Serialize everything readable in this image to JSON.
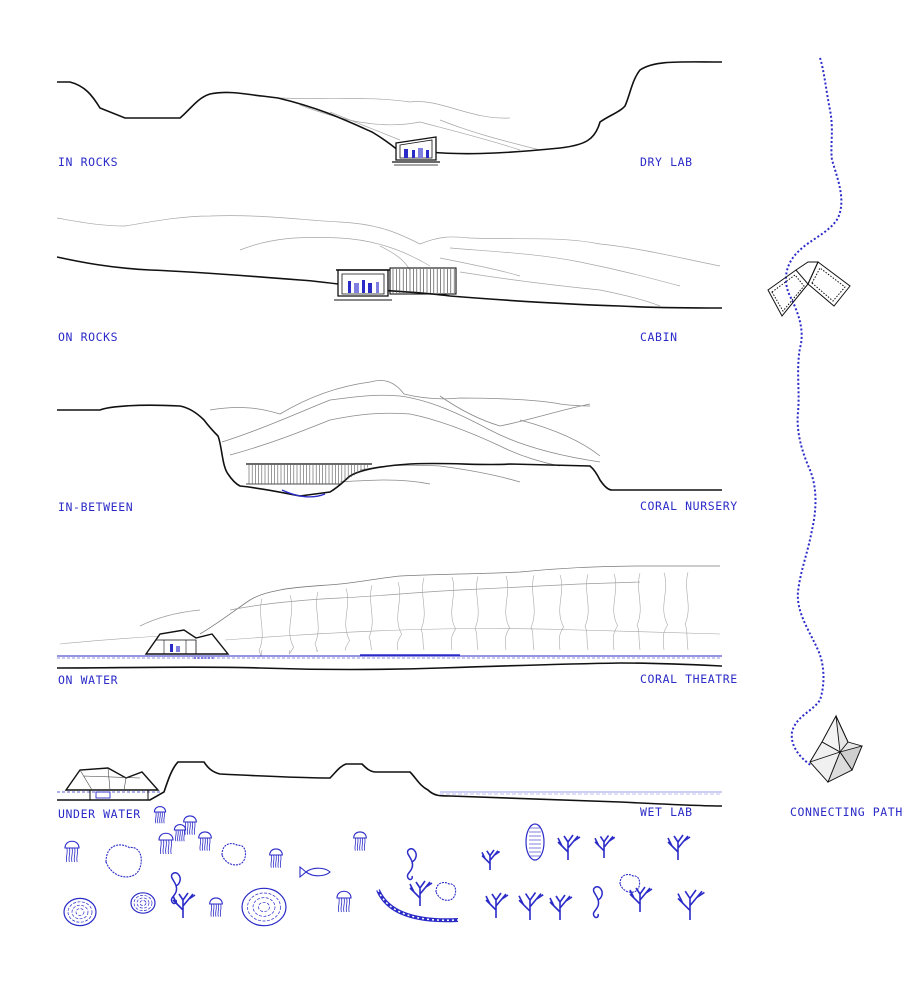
{
  "sections": [
    {
      "left_label": "IN ROCKS",
      "right_label": "DRY LAB"
    },
    {
      "left_label": "ON ROCKS",
      "right_label": "CABIN"
    },
    {
      "left_label": "IN-BETWEEN",
      "right_label": "CORAL NURSERY"
    },
    {
      "left_label": "ON WATER",
      "right_label": "CORAL THEATRE"
    },
    {
      "left_label": "UNDER WATER",
      "right_label": "WET LAB"
    }
  ],
  "path_label": "CONNECTING PATH",
  "colors": {
    "ink": "#111111",
    "contour": "#9a9a9a",
    "accent": "#2b2bc8",
    "accent_light": "#7f7fe0"
  }
}
